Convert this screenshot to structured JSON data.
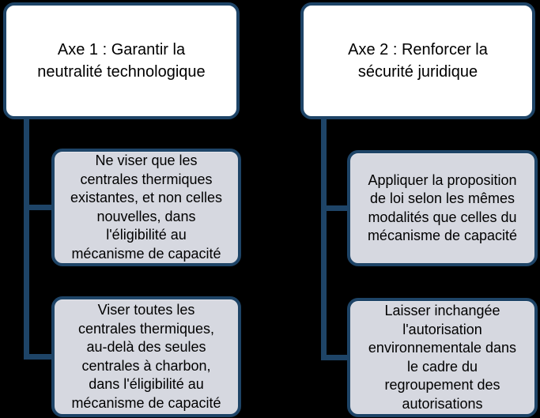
{
  "colors": {
    "background": "#000000",
    "box-border": "#1E4467",
    "connector": "#1E4467",
    "parent-fill": "#FFFFFF",
    "child-fill": "#D6D8E0",
    "text": "#000000"
  },
  "diagram": {
    "axe1": {
      "title_lines": [
        "Axe 1 : Garantir la",
        "neutralité technologique"
      ],
      "children": [
        {
          "lines": [
            "Ne viser que les",
            "centrales thermiques",
            "existantes, et non celles",
            "nouvelles, dans",
            "l'éligibilité au",
            "mécanisme de capacité"
          ]
        },
        {
          "lines": [
            "Viser toutes les",
            "centrales thermiques,",
            "au-delà des seules",
            "centrales à charbon,",
            "dans l'éligibilité au",
            "mécanisme de capacité"
          ]
        }
      ]
    },
    "axe2": {
      "title_lines": [
        "Axe 2 : Renforcer la",
        "sécurité juridique"
      ],
      "children": [
        {
          "lines": [
            "Appliquer la proposition",
            "de loi selon les mêmes",
            "modalités que celles du",
            "mécanisme de capacité"
          ]
        },
        {
          "lines": [
            "Laisser inchangée",
            "l'autorisation",
            "environnementale dans",
            "le cadre du",
            "regroupement des",
            "autorisations"
          ]
        }
      ]
    }
  }
}
